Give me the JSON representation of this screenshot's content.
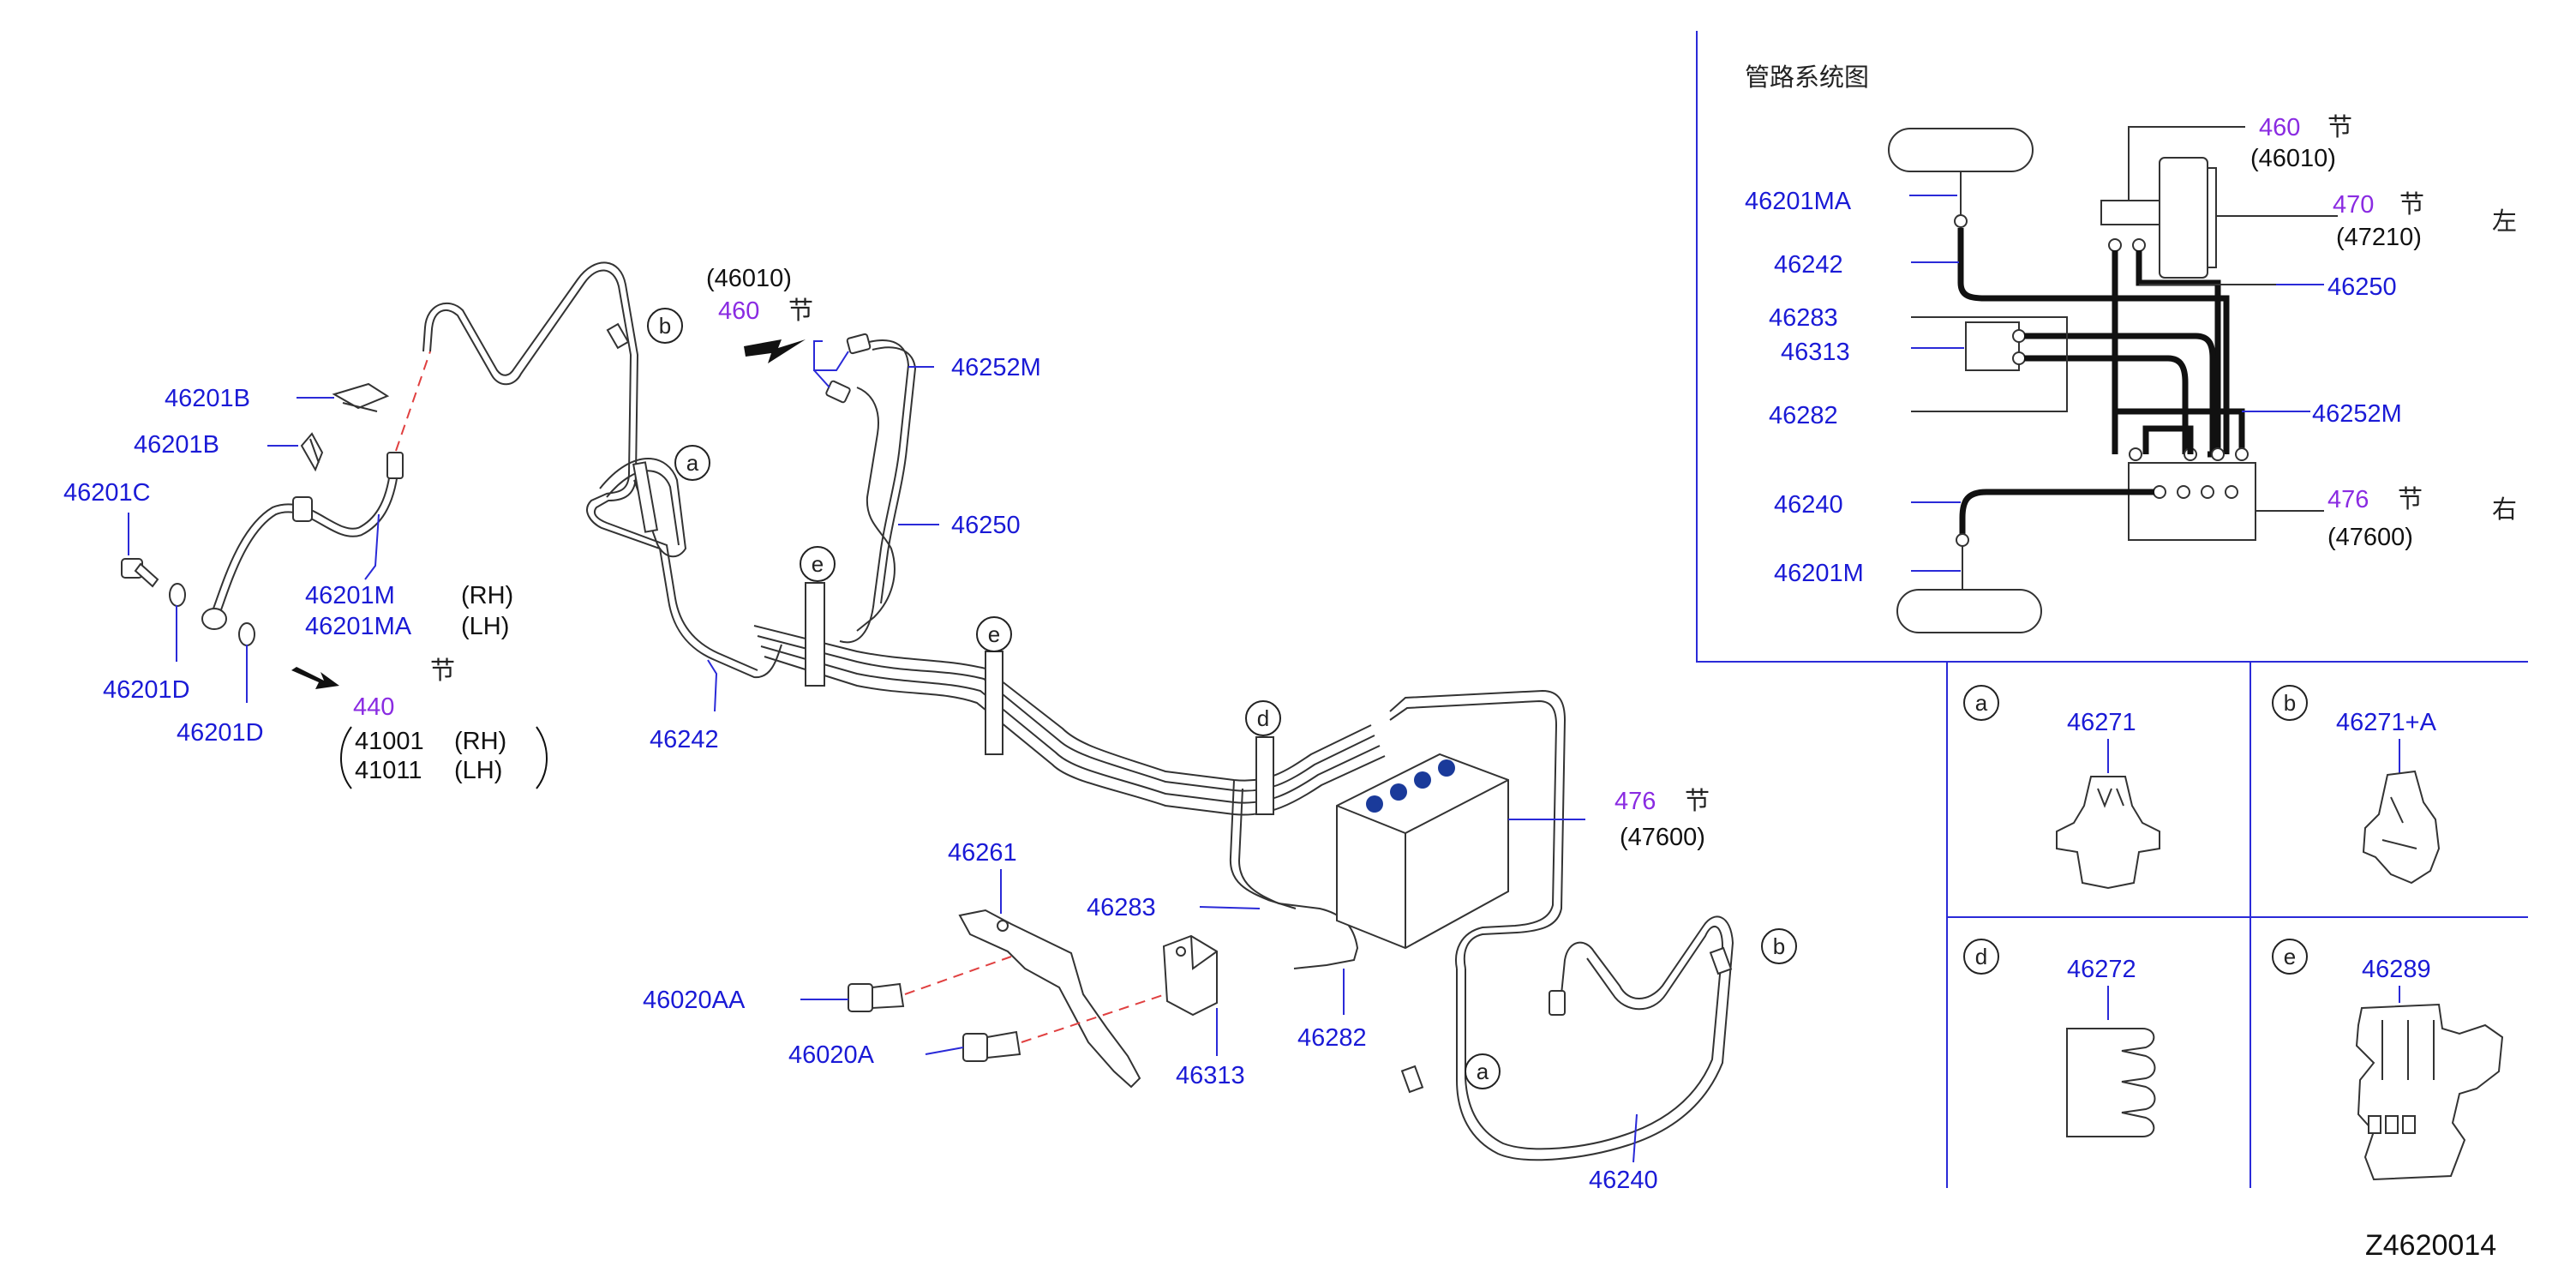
{
  "diagram": {
    "labels": {
      "p46201B_a": "46201B",
      "p46201B_b": "46201B",
      "p46201C": "46201C",
      "p46201D_a": "46201D",
      "p46201D_b": "46201D",
      "p46201M": "46201M",
      "p46201MA": "46201MA",
      "rh1": "(RH)",
      "lh1": "(LH)",
      "sec440": "440",
      "jie440": "节",
      "p41001": "41001",
      "rh2": "(RH)",
      "p41011": "41011",
      "lh2": "(LH)",
      "p46010": "(46010)",
      "sec460": "460",
      "jie460": "节",
      "p46252M": "46252M",
      "p46250": "46250",
      "p46242": "46242",
      "p46261": "46261",
      "p46283": "46283",
      "p46020AA": "46020AA",
      "p46020A": "46020A",
      "p46313": "46313",
      "p46282": "46282",
      "sec476": "476",
      "jie476": "节",
      "p47600": "(47600)",
      "p46240": "46240",
      "figure_code": "Z4620014"
    },
    "callouts": {
      "a": "a",
      "b": "b",
      "d": "d",
      "e": "e"
    },
    "schematic": {
      "title": "管路系统图",
      "sec460": "460",
      "jie460": "节",
      "p46010": "(46010)",
      "sec470": "470",
      "jie470": "节",
      "p47210": "(47210)",
      "left": "左",
      "p46201MA": "46201MA",
      "p46242": "46242",
      "p46250": "46250",
      "p46283": "46283",
      "p46313": "46313",
      "p46282": "46282",
      "p46252M": "46252M",
      "p46240": "46240",
      "sec476": "476",
      "jie476": "节",
      "p47600": "(47600)",
      "right": "右",
      "p46201M": "46201M"
    },
    "clips": {
      "a_letter": "a",
      "a_part": "46271",
      "b_letter": "b",
      "b_part": "46271+A",
      "d_letter": "d",
      "d_part": "46272",
      "e_letter": "e",
      "e_part": "46289"
    },
    "colors": {
      "part_number": "#1a1ad6",
      "section_number": "#8a2be2",
      "leader_line": "#2a2ad8",
      "assembly_guide": "#e04040",
      "pipe": "#333333"
    }
  }
}
